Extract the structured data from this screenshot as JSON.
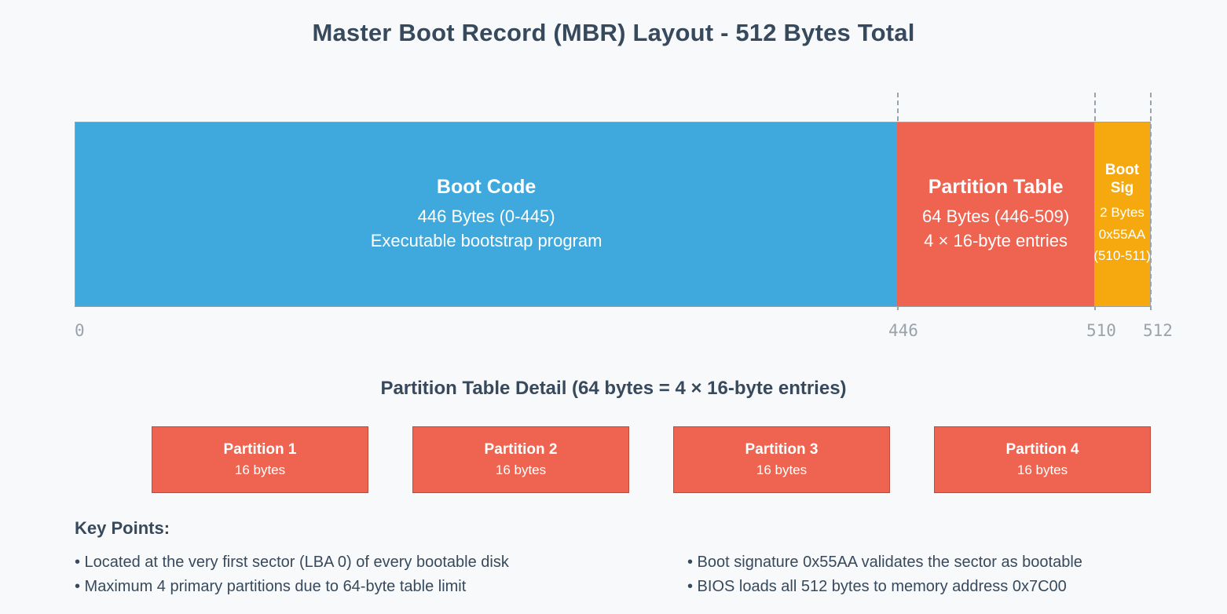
{
  "title": "Master Boot Record (MBR) Layout - 512 Bytes Total",
  "colors": {
    "background": "#f8f9fb",
    "text": "#37495c",
    "boot_code": "#3fa9dd",
    "partition_table": "#ee6450",
    "boot_signature": "#f6a90f",
    "axis": "#9aa3ab"
  },
  "chart_data": {
    "type": "bar",
    "title": "Master Boot Record (MBR) Layout - 512 Bytes Total",
    "orientation": "horizontal-stacked",
    "xlabel": "",
    "ylabel": "",
    "xlim": [
      0,
      512
    ],
    "grid": false,
    "legend": "none",
    "axis_ticks": [
      "0",
      "446",
      "510",
      "512"
    ],
    "categories": [
      "Boot Code",
      "Partition Table",
      "Boot Sig"
    ],
    "values": [
      446,
      64,
      2
    ],
    "total_bytes": 512
  },
  "bar_segments": [
    {
      "name": "Boot Code",
      "size": "446 Bytes (0-445)",
      "detail": "Executable bootstrap program",
      "color": "#3fa9dd",
      "bytes": 446,
      "range_start": 0,
      "range_end": 445
    },
    {
      "name": "Partition Table",
      "size": "64 Bytes (446-509)",
      "detail": "4 × 16-byte entries",
      "color": "#ee6450",
      "bytes": 64,
      "range_start": 446,
      "range_end": 509
    },
    {
      "name_line1": "Boot",
      "name_line2": "Sig",
      "size": "2 Bytes",
      "detail": "0x55AA",
      "detail2": "(510-511)",
      "color": "#f6a90f",
      "bytes": 2,
      "range_start": 510,
      "range_end": 511
    }
  ],
  "ticks": {
    "t0": "0",
    "t446": "446",
    "t510": "510",
    "t512": "512"
  },
  "detail_section": {
    "heading": "Partition Table Detail (64 bytes = 4 × 16-byte entries)",
    "partitions": [
      {
        "label": "Partition 1",
        "size": "16 bytes"
      },
      {
        "label": "Partition 2",
        "size": "16 bytes"
      },
      {
        "label": "Partition 3",
        "size": "16 bytes"
      },
      {
        "label": "Partition 4",
        "size": "16 bytes"
      }
    ]
  },
  "key_points": {
    "heading": "Key Points:",
    "left": [
      "• Located at the very first sector (LBA 0) of every bootable disk",
      "• Maximum 4 primary partitions due to 64-byte table limit"
    ],
    "right": [
      "• Boot signature 0x55AA validates the sector as bootable",
      "• BIOS loads all 512 bytes to memory address 0x7C00"
    ]
  }
}
